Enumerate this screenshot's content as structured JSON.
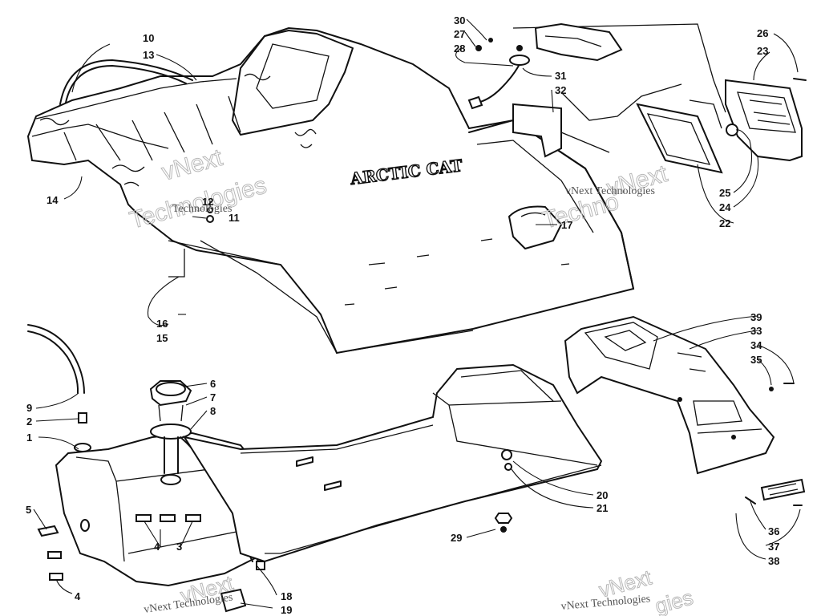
{
  "watermark": {
    "brand_outline": "vNext",
    "company": "vNext Technologies",
    "partial_lines": [
      "Technologies",
      "Technologies",
      "Techno",
      "gies"
    ]
  },
  "logo": {
    "text": "ARCTIC CAT"
  },
  "callouts": [
    {
      "id": "c10",
      "label": "10"
    },
    {
      "id": "c13",
      "label": "13"
    },
    {
      "id": "c14",
      "label": "14"
    },
    {
      "id": "c12",
      "label": "12"
    },
    {
      "id": "c11",
      "label": "11"
    },
    {
      "id": "c16",
      "label": "16"
    },
    {
      "id": "c15",
      "label": "15"
    },
    {
      "id": "c17",
      "label": "17"
    },
    {
      "id": "c30",
      "label": "30"
    },
    {
      "id": "c27",
      "label": "27"
    },
    {
      "id": "c28",
      "label": "28"
    },
    {
      "id": "c31",
      "label": "31"
    },
    {
      "id": "c32",
      "label": "32"
    },
    {
      "id": "c26",
      "label": "26"
    },
    {
      "id": "c23",
      "label": "23"
    },
    {
      "id": "c25",
      "label": "25"
    },
    {
      "id": "c24",
      "label": "24"
    },
    {
      "id": "c22",
      "label": "22"
    },
    {
      "id": "c9",
      "label": "9"
    },
    {
      "id": "c2",
      "label": "2"
    },
    {
      "id": "c1",
      "label": "1"
    },
    {
      "id": "c6",
      "label": "6"
    },
    {
      "id": "c7",
      "label": "7"
    },
    {
      "id": "c8",
      "label": "8"
    },
    {
      "id": "c5",
      "label": "5"
    },
    {
      "id": "c4a",
      "label": "4"
    },
    {
      "id": "c3",
      "label": "3"
    },
    {
      "id": "c4b",
      "label": "4"
    },
    {
      "id": "c18",
      "label": "18"
    },
    {
      "id": "c19",
      "label": "19"
    },
    {
      "id": "c20",
      "label": "20"
    },
    {
      "id": "c21",
      "label": "21"
    },
    {
      "id": "c29",
      "label": "29"
    },
    {
      "id": "c39",
      "label": "39"
    },
    {
      "id": "c33",
      "label": "33"
    },
    {
      "id": "c34",
      "label": "34"
    },
    {
      "id": "c35",
      "label": "35"
    },
    {
      "id": "c36",
      "label": "36"
    },
    {
      "id": "c37",
      "label": "37"
    },
    {
      "id": "c38",
      "label": "38"
    }
  ]
}
